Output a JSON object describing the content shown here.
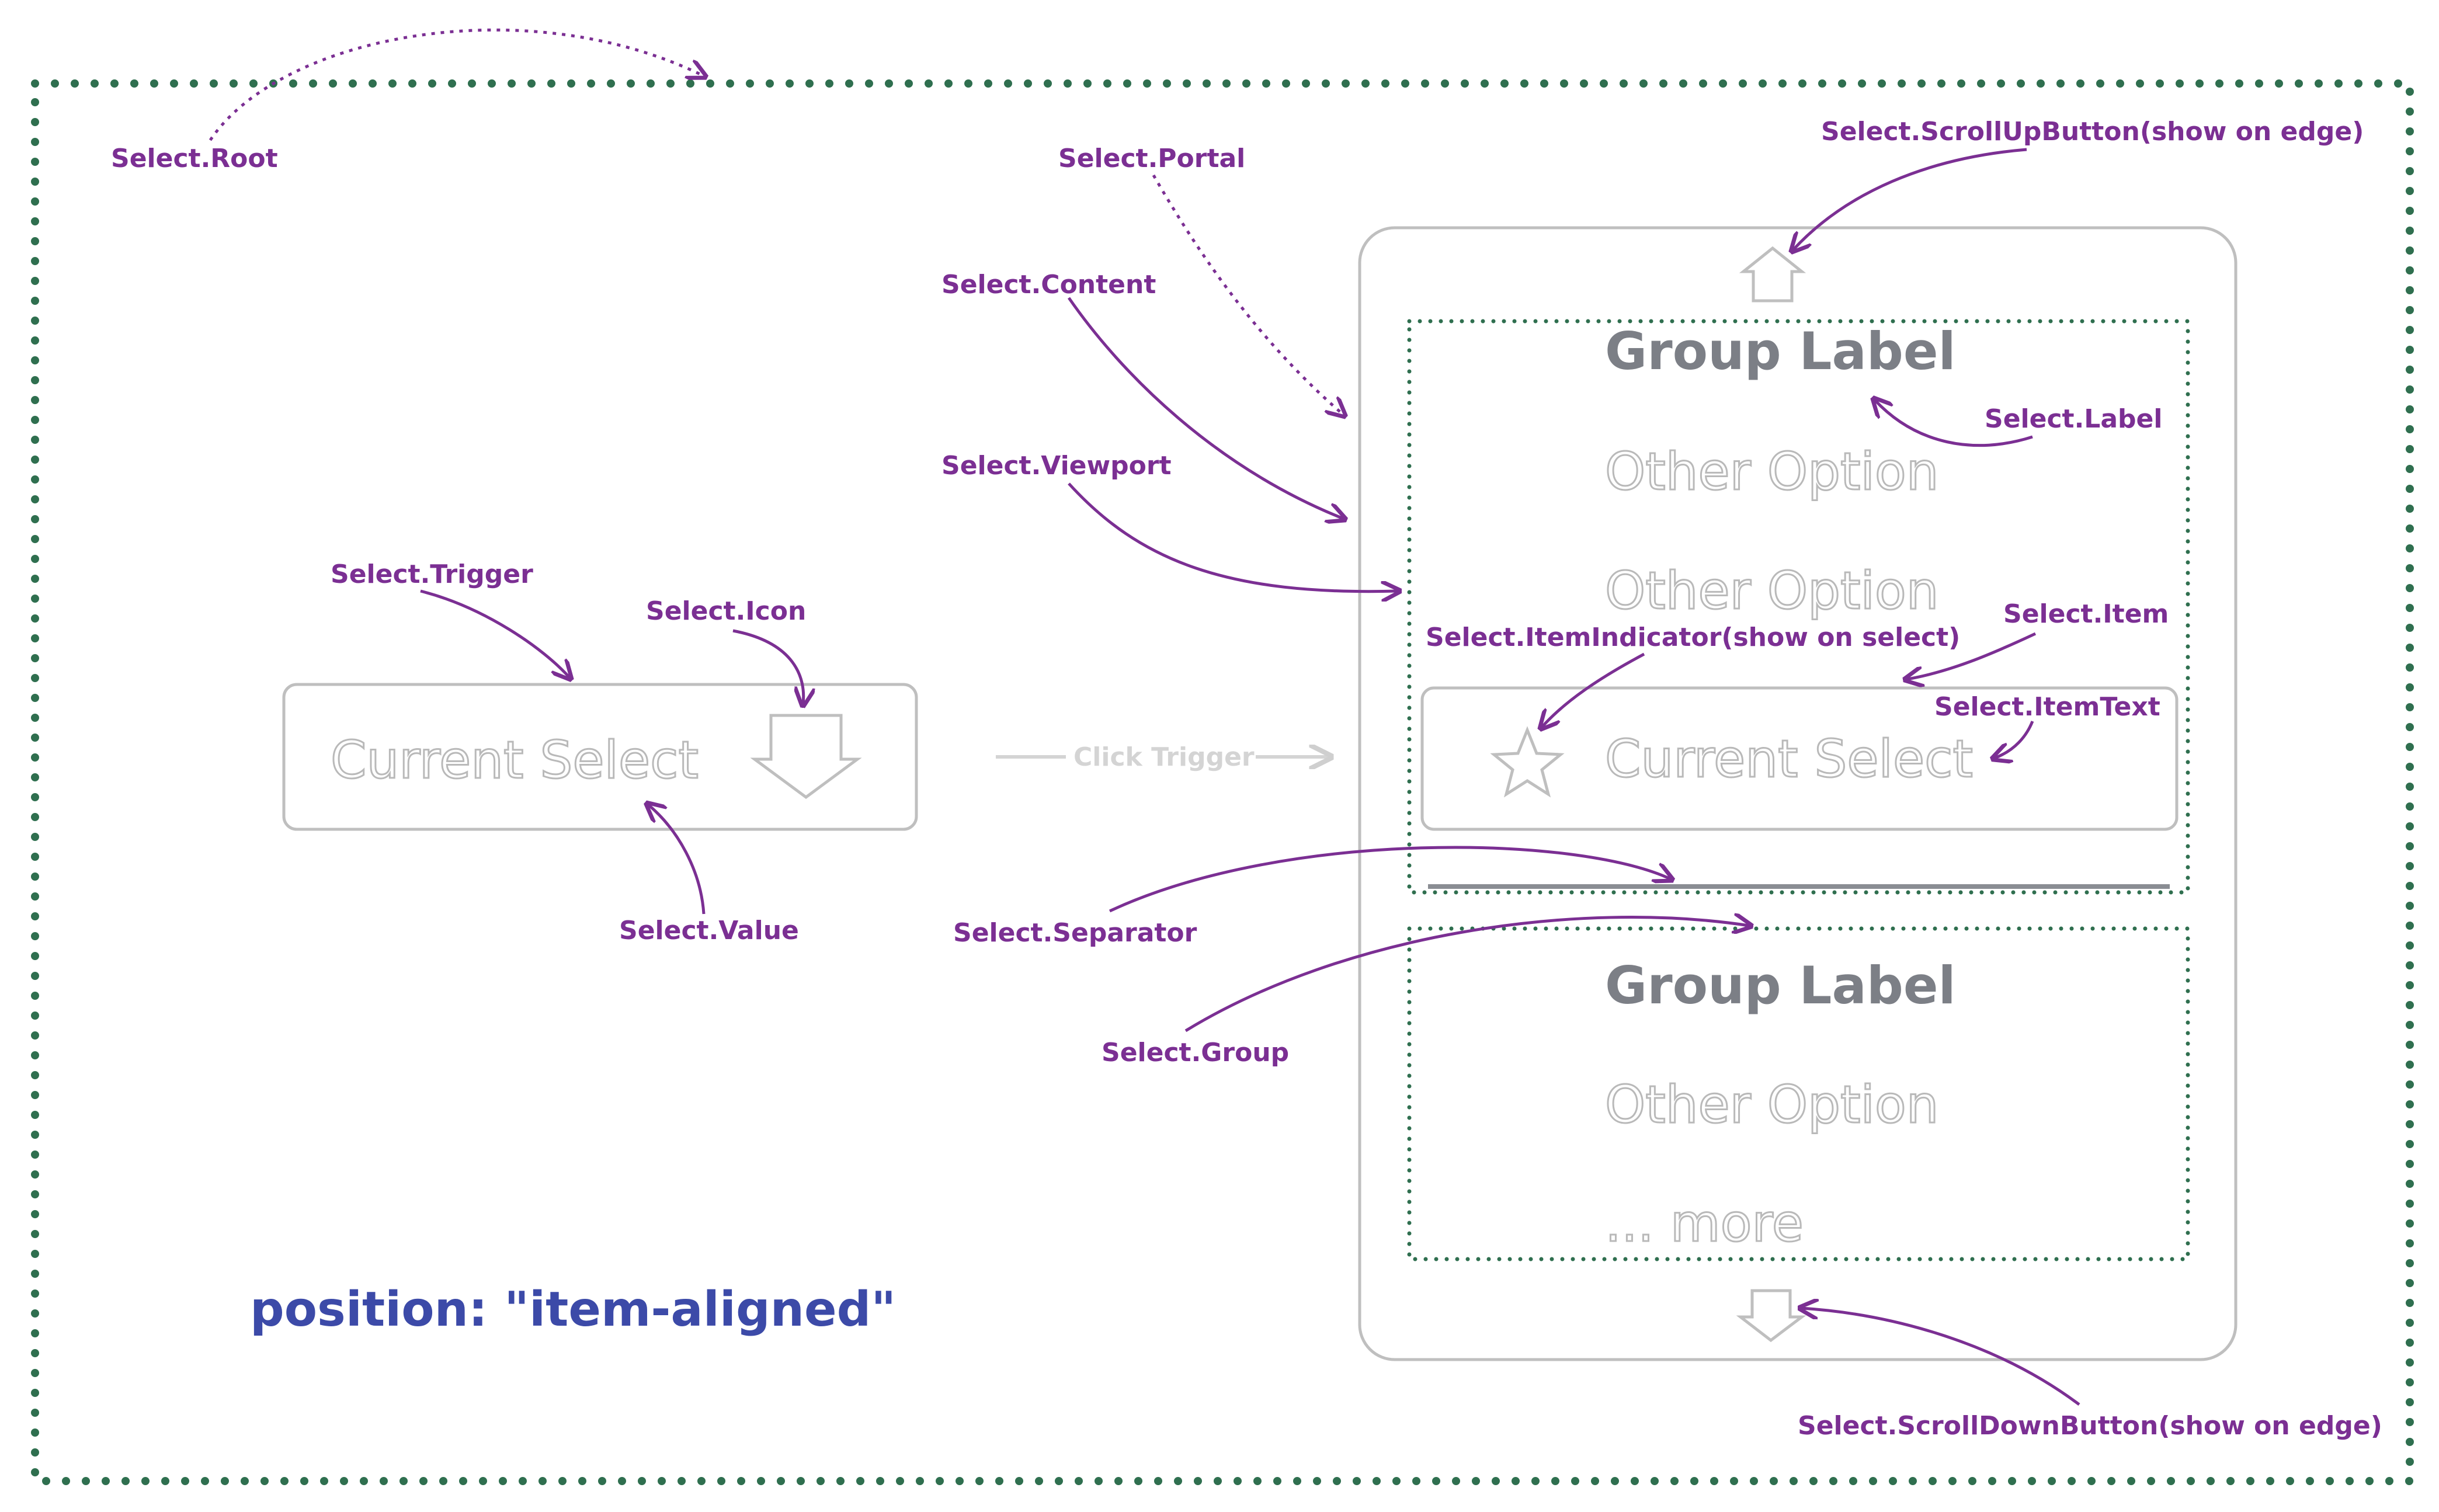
{
  "colors": {
    "annotation": "#7b2f93",
    "dotted_border": "#2f6f4f",
    "ghost": "#bfbfbf",
    "label_dark": "#7c7f86",
    "position_text": "#3c4aa8"
  },
  "annotations": {
    "root": "Select.Root",
    "portal": "Select.Portal",
    "content": "Select.Content",
    "viewport": "Select.Viewport",
    "trigger": "Select.Trigger",
    "icon": "Select.Icon",
    "value": "Select.Value",
    "separator": "Select.Separator",
    "group": "Select.Group",
    "label": "Select.Label",
    "item": "Select.Item",
    "item_text": "Select.ItemText",
    "item_indicator": "Select.ItemIndicator(show on select)",
    "scroll_up": "Select.ScrollUpButton(show on edge)",
    "scroll_down": "Select.ScrollDownButton(show on edge)"
  },
  "trigger": {
    "value": "Current Select",
    "icon": "arrow-down-icon"
  },
  "click_trigger": "Click Trigger",
  "content": {
    "groups": [
      {
        "label": "Group Label",
        "items": [
          "Other Option",
          "Other Option",
          "Current Select"
        ]
      },
      {
        "label": "Group Label",
        "items": [
          "Other Option",
          "... more"
        ]
      }
    ],
    "selected_item": "Current Select",
    "indicator_icon": "star-icon"
  },
  "position_note": "position: \"item-aligned\""
}
